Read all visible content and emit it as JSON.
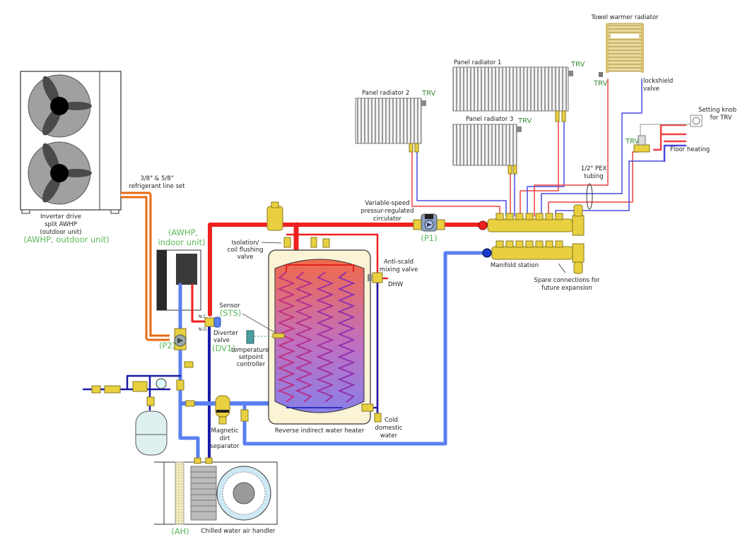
{
  "colors": {
    "supply": "#ee2020",
    "return_light": "#5a7ff0",
    "return_dark": "#1a1aa8",
    "refrigerant": "#e86a10",
    "brass": "#e8d040",
    "green_label": "#5cb85c",
    "tank_shell": "#fbf3d6"
  },
  "labels": {
    "outdoor_unit": [
      "Inverter drive",
      "split AWHP",
      "(outdoor unit)"
    ],
    "outdoor_unit_tag": "(AWHP, outdoor unit)",
    "refrigerant": [
      "3/8\" & 5/8\"",
      "refrigerant line set"
    ],
    "indoor_unit_tag": [
      "(AWHP,",
      "indoor unit)"
    ],
    "isolation_valve": [
      "Isolation/",
      "coil flushing",
      "valve"
    ],
    "sensor": "Sensor",
    "sensor_tag": "(STS)",
    "diverter": [
      "Diverter",
      "valve"
    ],
    "diverter_tag": "(DV1)",
    "nc": "N.C.",
    "no": "N.O.",
    "controller": [
      "temperature",
      "setpoint",
      "controller"
    ],
    "p2": "(P2)",
    "dirt_separator": [
      "Magnetic",
      "dirt",
      "separator"
    ],
    "water_heater": "Reverse indirect water heater",
    "cold_water": [
      "Cold",
      "domestic",
      "water"
    ],
    "anti_scald": [
      "Anti-scald",
      "mixing valve"
    ],
    "dhw": "DHW",
    "circulator": [
      "Variable-speed",
      "pressur-regulated",
      "circulator"
    ],
    "p1": "(P1)",
    "manifold": "Manifold station",
    "spare": [
      "Spare connections for",
      "future expansion"
    ],
    "pex": [
      "1/2\" PEX",
      "tubing"
    ],
    "panel1": "Panel radiator 1",
    "panel2": "Panel radiator 2",
    "panel3": "Panel radiator 3",
    "towel": "Towel warmer radiator",
    "lockshield": [
      "lockshield",
      "valve"
    ],
    "knob": [
      "Setting knob",
      "for TRV"
    ],
    "floor": "Floor heating",
    "trv": "TRV",
    "air_handler": "Chilled water air handler",
    "ah_tag": "(AH)"
  }
}
